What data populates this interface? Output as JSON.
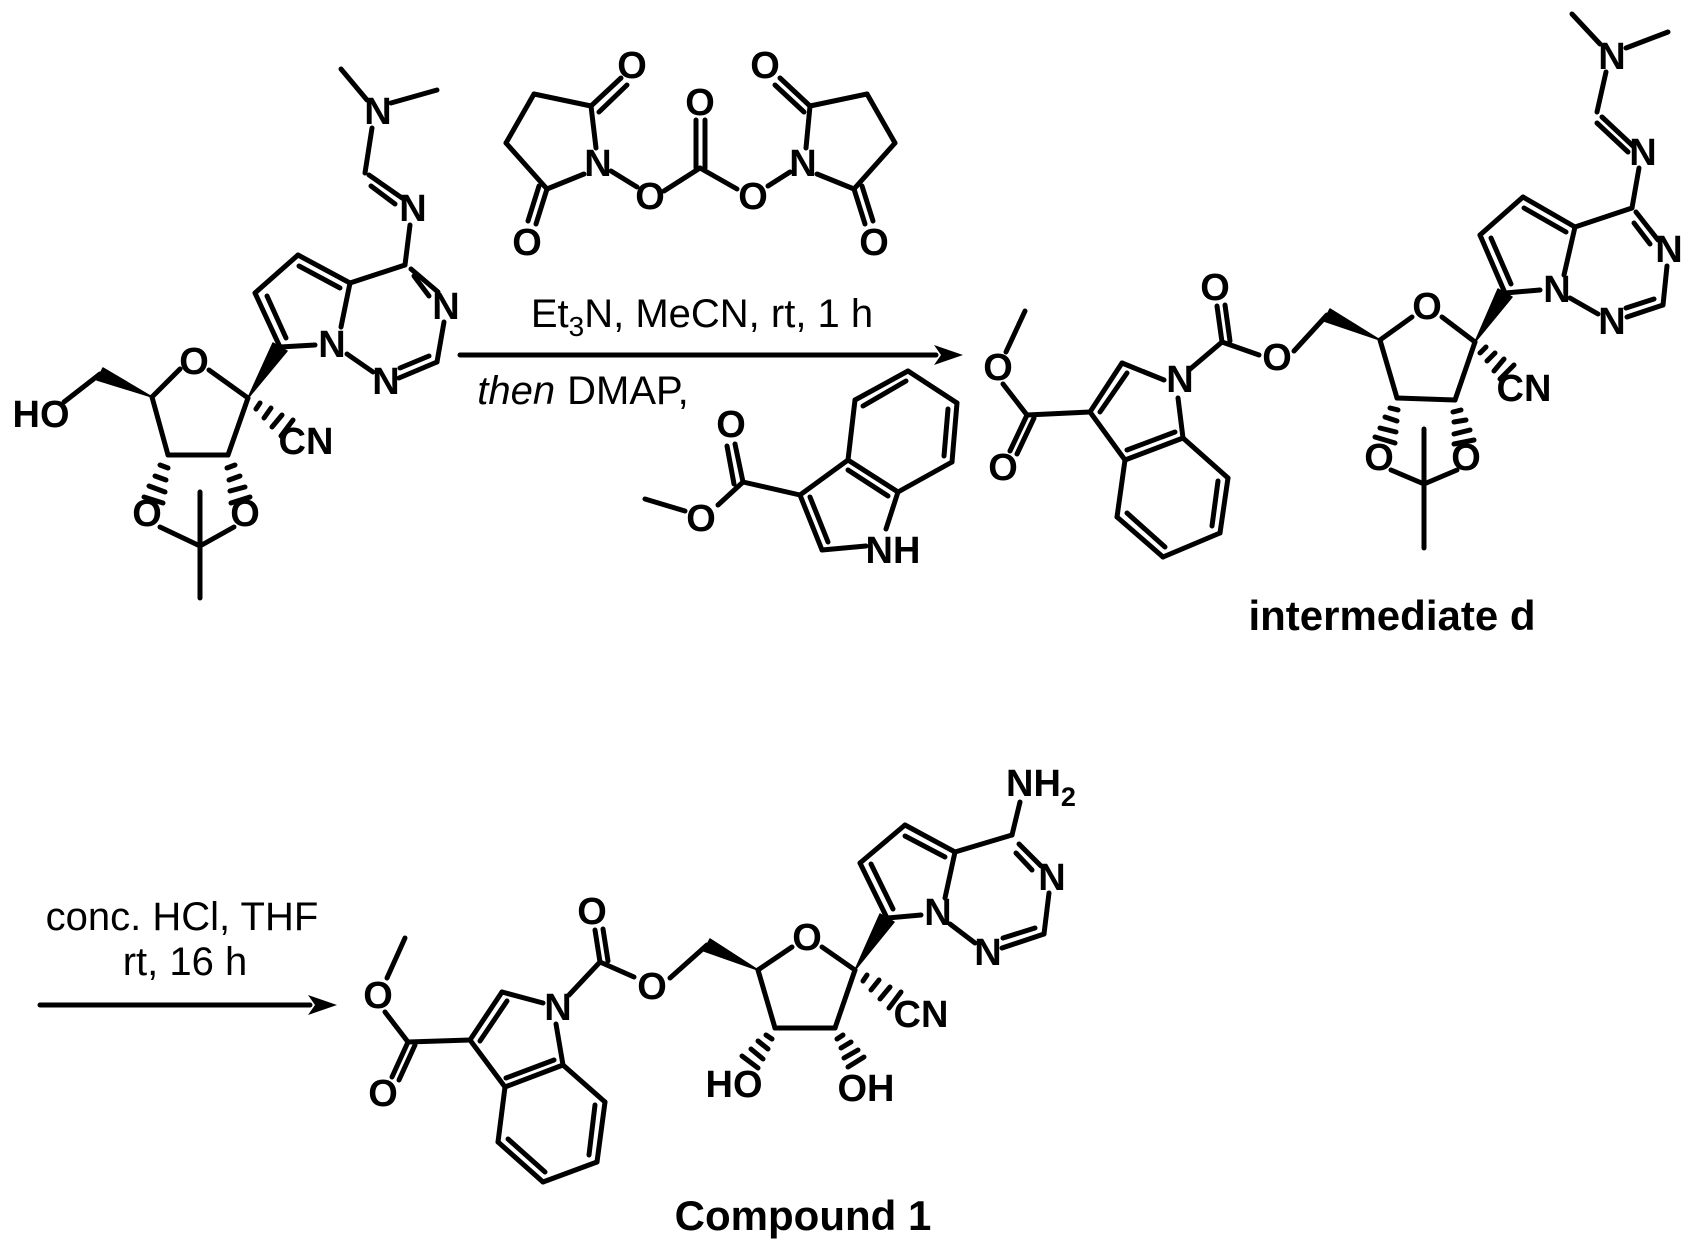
{
  "colors": {
    "ink": "#000000",
    "background": "#ffffff"
  },
  "step1": {
    "conditions_above": {
      "pre": "Et",
      "sub": "3",
      "post": "N, MeCN, rt, 1 h"
    },
    "conditions_below": {
      "italic": "then",
      "rest": "DMAP,"
    }
  },
  "step2": {
    "line1": "conc. HCl, THF",
    "line2": "rt, 16 h"
  },
  "product_labels": {
    "intermediate": "intermediate d",
    "final": "Compound 1"
  },
  "structures": {
    "starting_material": {
      "atoms": {
        "ho": "HO",
        "ring_o": "O",
        "cn": "CN",
        "dioxolane_o_left": "O",
        "dioxolane_o_right": "O",
        "pyrrole_n": "N",
        "triazine_n1": "N",
        "triazine_n3": "N",
        "imine_n": "N",
        "dimethylamino_n": "N"
      }
    },
    "dsc_reagent": {
      "atoms": {
        "left_n": "N",
        "right_n": "N",
        "left_top_o": "O",
        "carbonate_o": "O",
        "right_top_o": "O",
        "left_bridge_o": "O",
        "right_bridge_o": "O",
        "left_bottom_o": "O",
        "right_bottom_o": "O"
      }
    },
    "methyl_indole_carboxylate": {
      "atoms": {
        "carbonyl_o": "O",
        "ester_o": "O",
        "nh": "NH"
      }
    },
    "intermediate_d": {
      "atoms": {
        "ester_o": "O",
        "carbonyl_o": "O",
        "indole_n": "N",
        "carbamate_o": "O",
        "linker_o": "O",
        "ring_o": "O",
        "cn": "CN",
        "dioxolane_o_left": "O",
        "dioxolane_o_right": "O",
        "pyrrole_n": "N",
        "triazine_n1": "N",
        "triazine_n3": "N",
        "imine_n": "N",
        "dimethylamino_n": "N"
      }
    },
    "compound_1": {
      "atoms": {
        "ester_o": "O",
        "carbonyl_o": "O",
        "indole_n": "N",
        "carbamate_o": "O",
        "linker_o": "O",
        "ring_o": "O",
        "cn": "CN",
        "oh": "OH",
        "ho": "HO",
        "pyrrole_n": "N",
        "triazine_n1": "N",
        "triazine_n3": "N",
        "amine": "NH",
        "amine_sub": "2"
      }
    }
  }
}
